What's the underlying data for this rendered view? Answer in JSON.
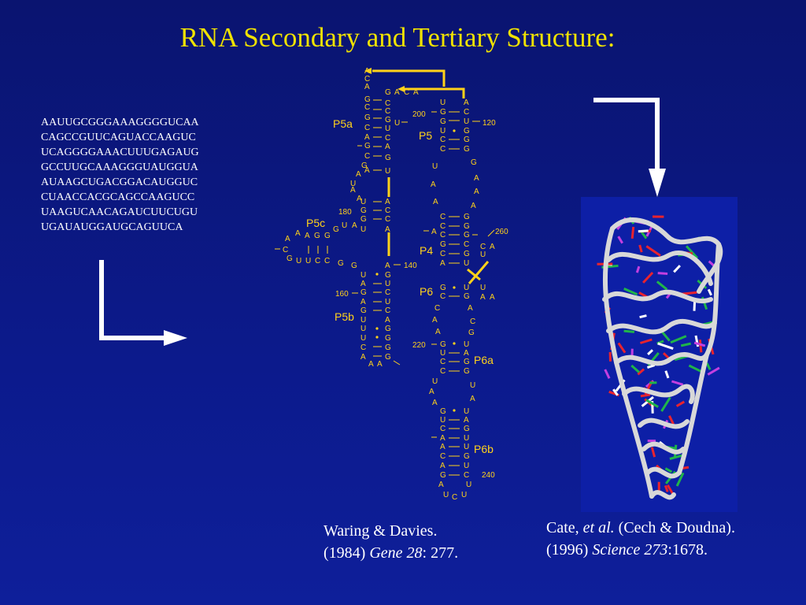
{
  "title": "RNA Secondary and Tertiary Structure:",
  "sequence_lines": [
    "AAUUGCGGGAAAGGGGUCAA",
    "CAGCCGUUCAGUACCAAGUC",
    "UCAGGGGAAACUUUGAGAUG",
    "GCCUUGCAAAGGGUAUGGUA",
    "AUAAGCUGACGGACAUGGUC",
    "CUAACCACGCAGCCAAGUCC",
    "UAAGUCAACAGAUCUUCUGU",
    "UGAUAUGGAUGCAGUUCA"
  ],
  "diagram": {
    "helix_labels": [
      "P5a",
      "P5",
      "P5c",
      "P4",
      "P6",
      "P5b",
      "P6a",
      "P6b"
    ],
    "position_numbers": [
      "200",
      "120",
      "180",
      "260",
      "140",
      "160",
      "220",
      "240"
    ],
    "colors": {
      "nucleotides": "#ffd21a",
      "title": "#f0e200",
      "text": "#ffffff"
    }
  },
  "citations": {
    "waring": {
      "authors": "Waring & Davies.",
      "year": "(1984)",
      "journal": "Gene 28",
      "pages": ": 277."
    },
    "cate": {
      "authors_pre": "Cate,",
      "etal": "et al.",
      "authors_post": "(Cech & Doudna).",
      "year": "(1996)",
      "journal": "Science 273",
      "pages": ":1678."
    }
  },
  "icons": [
    "arrow-right-icon",
    "arrow-down-icon"
  ]
}
